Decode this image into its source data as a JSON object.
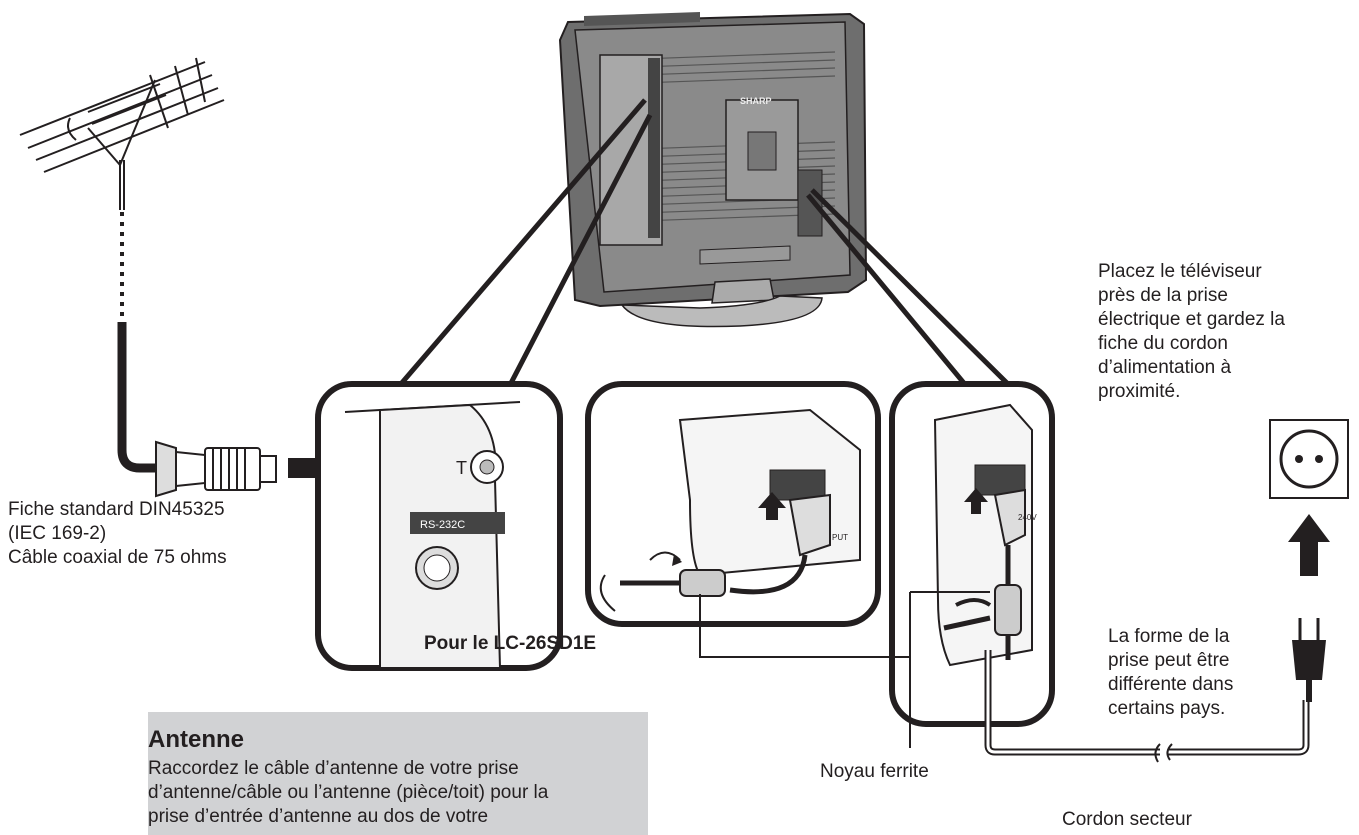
{
  "plug_label": {
    "lines": [
      "Fiche standard DIN45325",
      "(IEC 169-2)",
      "Câble coaxial de 75 ohms"
    ]
  },
  "placement_note": {
    "lines": [
      "Placez le téléviseur",
      "près de la prise",
      "électrique et gardez la",
      "fiche du cordon",
      "d’alimentation à",
      "proximité."
    ]
  },
  "plug_shape_note": {
    "lines": [
      "La forme de la",
      "prise peut être",
      "différente dans",
      "certains pays."
    ]
  },
  "model_label": "Pour le LC-26SD1E",
  "ferrite_label": "Noyau ferrite",
  "power_cord_label": "Cordon secteur",
  "tv_brand": "SHARP",
  "port_labels": {
    "rs232c": "RS-232C",
    "power_input_1": "PUT",
    "power_input_2": "240V"
  },
  "antenna_section": {
    "title": "Antenne",
    "body_lines": [
      "Raccordez le câble d’antenne de votre prise",
      "d’antenne/câble ou l’antenne (pièce/toit) pour la",
      "prise d’entrée d’antenne au dos de votre"
    ]
  },
  "colors": {
    "line": "#231f20",
    "antenna_box": "#d1d2d4",
    "tv_body": "#8a8a8a",
    "tv_back": "#6e6e6e"
  }
}
